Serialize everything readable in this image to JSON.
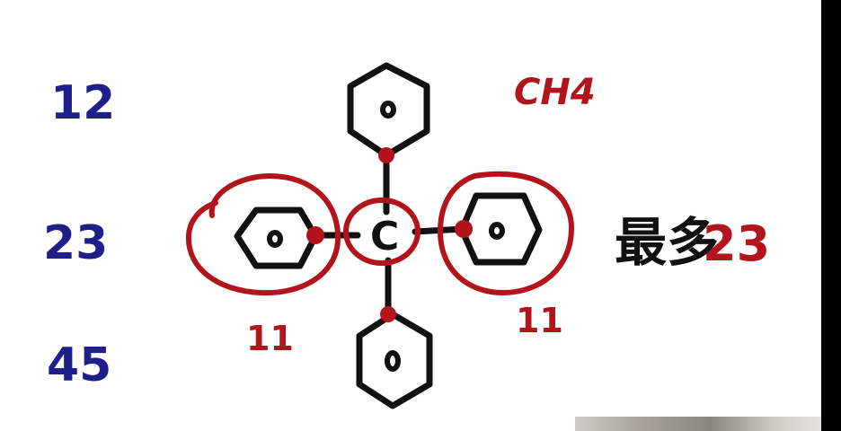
{
  "left_numbers": [
    "12",
    "23",
    "45"
  ],
  "top_formula": "CH4",
  "center_atom": "C",
  "ring_center_mark": "o",
  "count_left": "11",
  "count_right": "11",
  "note_chinese": "最多",
  "note_value": "23",
  "colors": {
    "blue_ink": "#1f1f8c",
    "red_ink": "#b3141c",
    "black_ink": "#111111"
  }
}
